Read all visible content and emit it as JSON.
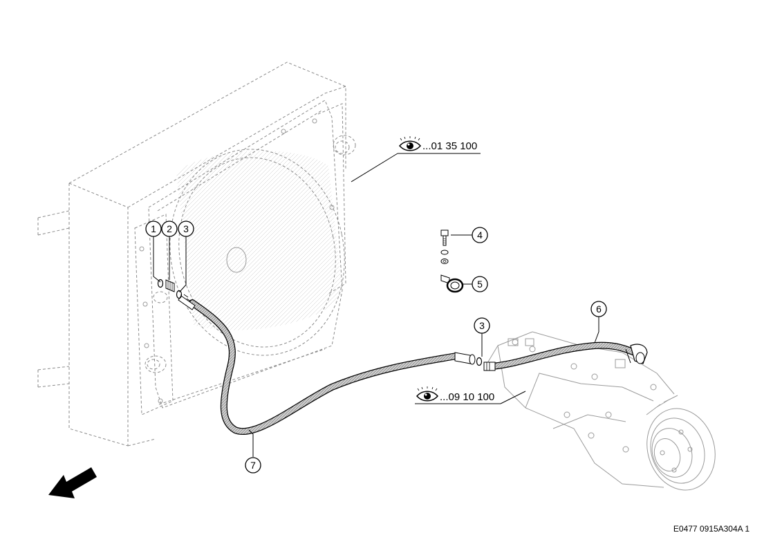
{
  "callouts": [
    {
      "label": "1"
    },
    {
      "label": "2"
    },
    {
      "label": "3"
    },
    {
      "label": "4"
    },
    {
      "label": "5"
    },
    {
      "label": "3"
    },
    {
      "label": "6"
    },
    {
      "label": "7"
    }
  ],
  "references": {
    "top": "...01 35 100",
    "bottom": "...09 10 100"
  },
  "icons": {
    "view_reference": "eye-icon",
    "direction": "front-direction-arrow-icon"
  },
  "drawing_code": "E0477 0915A304A 1"
}
